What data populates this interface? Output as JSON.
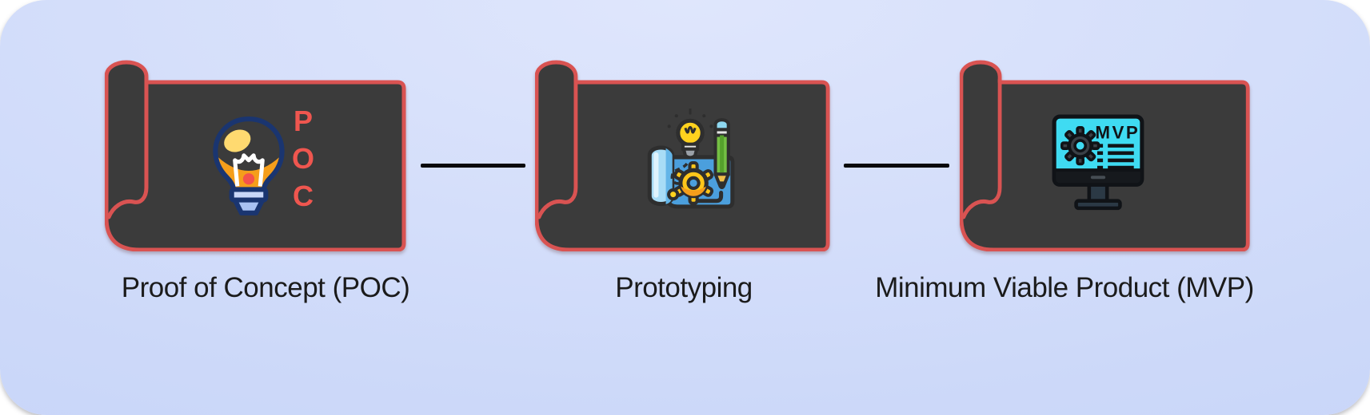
{
  "stages": [
    {
      "label": "Proof of Concept (POC)",
      "icon": "lightbulb-icon",
      "icon_letters": [
        "P",
        "O",
        "C"
      ]
    },
    {
      "label": "Prototyping",
      "icon": "blueprint-icon"
    },
    {
      "label": "Minimum Viable Product (MVP)",
      "icon": "monitor-icon",
      "screen_text": "MVP"
    }
  ],
  "colors": {
    "background_outer": "#ffffff",
    "background_gradient_top": "#dfe6fc",
    "background_gradient_bottom": "#c2d1f8",
    "panel_fill": "#3b3b3b",
    "panel_border": "#d95352",
    "connector_line": "#0a0a0a",
    "label_text": "#1b1b1b",
    "poc_letters": "#ef564f",
    "bulb_yellow": "#ffc53d",
    "blueprint_blue": "#4b9fdd",
    "screen_cyan": "#3fdbf2"
  }
}
